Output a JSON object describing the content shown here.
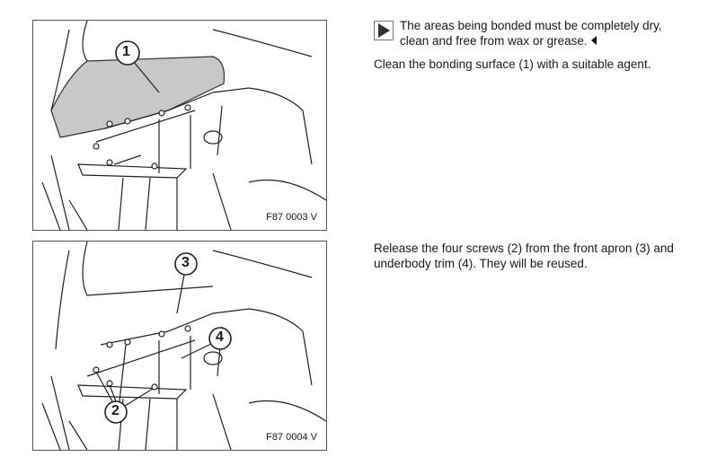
{
  "figures": [
    {
      "code": "F87 0003 V",
      "callouts": [
        "1"
      ]
    },
    {
      "code": "F87 0004 V",
      "callouts": [
        "3",
        "4",
        "2"
      ]
    }
  ],
  "note": {
    "icon": "note-triangle-icon",
    "text": "The areas being bonded must be completely dry, clean and free from wax or grease."
  },
  "steps": [
    "Clean the bonding surface (1) with a suitable agent.",
    "Release the four screws (2) from the front apron (3) and underbody trim (4). They will be reused."
  ]
}
